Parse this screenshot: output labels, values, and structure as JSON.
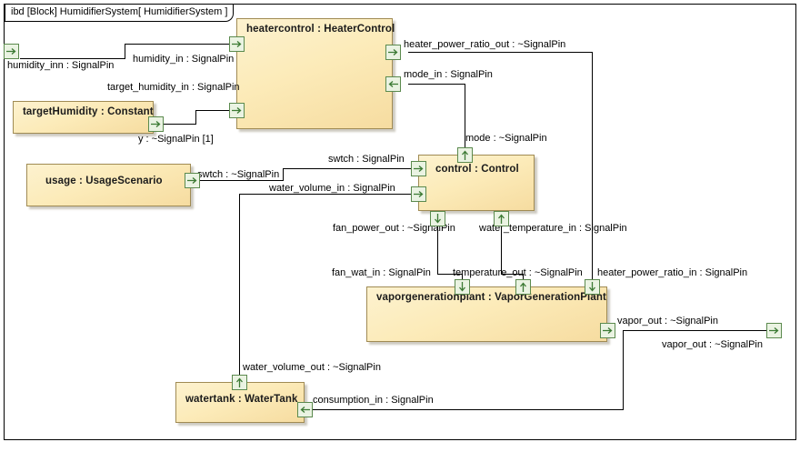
{
  "diagram": {
    "header": {
      "kind": "ibd",
      "stereotype": "[Block] HumidifierSystem",
      "context": "[ HumidifierSystem ]",
      "full": "ibd [Block] HumidifierSystem[ HumidifierSystem ]"
    },
    "colors": {
      "part_fill_light": "#fdf2cf",
      "part_fill_dark": "#f6dca0",
      "part_border": "#a08b54",
      "port_border": "#5b8a4e",
      "port_fill": "#eaf3e2",
      "arrow": "#3c7a34",
      "line": "#000000",
      "frame_border": "#000000",
      "background": "#ffffff"
    }
  },
  "parts": [
    {
      "id": "heatercontrol",
      "label": "heatercontrol : HeaterControl"
    },
    {
      "id": "targethumidity",
      "label": "targetHumidity : Constant"
    },
    {
      "id": "usage",
      "label": "usage : UsageScenario"
    },
    {
      "id": "control",
      "label": "control : Control"
    },
    {
      "id": "vaporgenerationplant",
      "label": "vaporgenerationplant : VaporGenerationPlant"
    },
    {
      "id": "watertank",
      "label": "watertank : WaterTank"
    }
  ],
  "port_labels": {
    "humidity_inn": "humidity_inn : SignalPin",
    "humidity_in": "humidity_in : SignalPin",
    "target_humidity_in": "target_humidity_in : SignalPin",
    "heater_power_ratio_out": "heater_power_ratio_out : ~SignalPin",
    "mode_in": "mode_in : SignalPin",
    "y_out": "y : ~SignalPin [1]",
    "swtch_out": "swtch : ~SignalPin",
    "swtch_in": "swtch : SignalPin",
    "water_volume_in": "water_volume_in : SignalPin",
    "mode_out": "mode : ~SignalPin",
    "fan_power_out": "fan_power_out : ~SignalPin",
    "water_temperature_in": "water_temperature_in : SignalPin",
    "fan_wat_in": "fan_wat_in : SignalPin",
    "temperature_out": "temperature_out : ~SignalPin",
    "heater_power_ratio_in": "heater_power_ratio_in : SignalPin",
    "vapor_out_part": "vapor_out : ~SignalPin",
    "vapor_out_frame": "vapor_out : ~SignalPin",
    "water_volume_out": "water_volume_out : ~SignalPin",
    "consumption_in": "consumption_in : SignalPin"
  }
}
